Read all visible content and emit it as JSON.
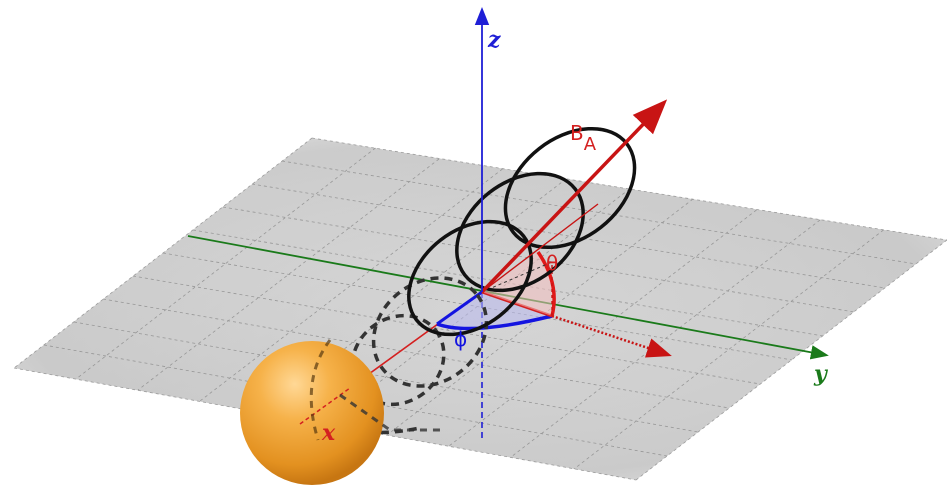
{
  "labels": {
    "z_axis": "z",
    "y_axis": "y",
    "x_axis": "x",
    "field_vector": "B",
    "field_vector_sub": "A",
    "polar_angle": "θ",
    "azimuth_angle": "ϕ"
  },
  "colors": {
    "z_axis": "#1f1fd6",
    "y_axis": "#1a7a1a",
    "x_axis": "#d42020",
    "field_vector": "#c81414",
    "theta_arc": "#e01818",
    "phi_arc": "#1414e0",
    "helix": "#111111",
    "sphere": "#f0a030",
    "plane": "#cfcfcf"
  },
  "icons": {
    "sphere": "orange-sphere",
    "helix": "helical-coil"
  }
}
